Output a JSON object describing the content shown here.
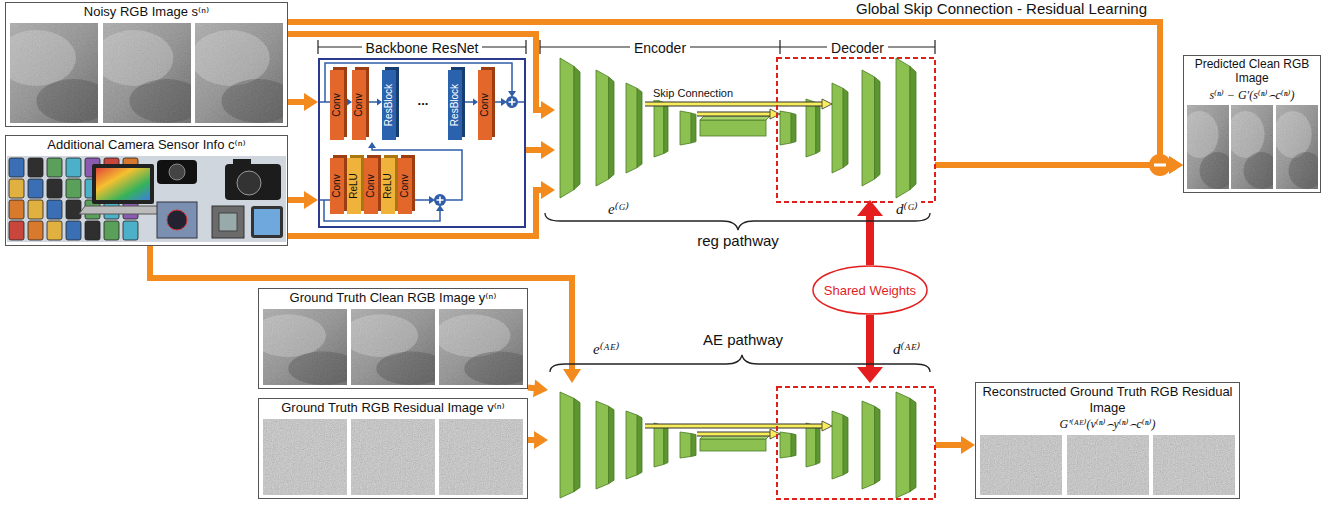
{
  "diagram": {
    "nodes": [
      {
        "text": [
          "Noisy RGB Image s⁽ⁿ⁾"
        ]
      },
      {
        "text": [
          "Additional Camera Sensor Info c⁽ⁿ⁾"
        ]
      },
      {
        "text": [
          "Backbone ResNet"
        ]
      },
      {
        "text": [
          "Conv"
        ],
        "in": 2
      },
      {
        "text": [
          "Conv"
        ],
        "in": 2
      },
      {
        "text": [
          "ResBlock"
        ],
        "in": 2
      },
      {
        "text": [
          "ResBlock"
        ],
        "in": 2
      },
      {
        "text": [
          "Conv"
        ],
        "in": 2
      },
      {
        "text": [
          "Conv"
        ],
        "in": 2
      },
      {
        "text": [
          "ReLU"
        ],
        "in": 2
      },
      {
        "text": [
          "Conv"
        ],
        "in": 2
      },
      {
        "text": [
          "ReLU"
        ],
        "in": 2
      },
      {
        "text": [
          "Conv"
        ],
        "in": 2
      },
      {
        "text": [
          "Encoder",
          "Decoder"
        ]
      },
      {
        "text": [
          "Predicted Clean RGB Image",
          "s⁽ⁿ⁾ − G′(s⁽ⁿ⁾⌢c⁽ⁿ⁾)"
        ]
      },
      {
        "text": [
          "Shared Weights"
        ]
      },
      {
        "text": [
          "Ground Truth Clean RGB Image y⁽ⁿ⁾"
        ]
      },
      {
        "text": [
          "Ground Truth RGB Residual Image v⁽ⁿ⁾"
        ]
      },
      {
        "text": [
          "AE pathway"
        ]
      },
      {
        "text": [
          "Reconstructed Ground Truth RGB Residual Image",
          "G′⁽ᴬᴱ⁾(v⁽ⁿ⁾⌢y⁽ⁿ⁾⌢c⁽ⁿ⁾)"
        ]
      }
    ],
    "edges": [
      {
        "from": 0,
        "to": 2,
        "arrow": "to"
      },
      {
        "from": 1,
        "to": 2,
        "arrow": "to"
      },
      {
        "from": 0,
        "to": 13,
        "arrow": "to"
      },
      {
        "from": 2,
        "to": 13,
        "arrow": "to"
      },
      {
        "from": 1,
        "to": 13,
        "arrow": "to"
      },
      {
        "from": 0,
        "to": 14,
        "arrow": "to"
      },
      {
        "from": 13,
        "to": 14,
        "arrow": "to"
      },
      {
        "from": 15,
        "to": 13,
        "arrow": "to"
      },
      {
        "from": 15,
        "to": 18,
        "arrow": "to"
      },
      {
        "from": 1,
        "to": 18,
        "arrow": "to"
      },
      {
        "from": 16,
        "to": 18,
        "arrow": "to"
      },
      {
        "from": 17,
        "to": 18,
        "arrow": "to"
      },
      {
        "from": 18,
        "to": 19,
        "arrow": "to"
      },
      {
        "from": 3,
        "to": 4,
        "arrow": "to"
      },
      {
        "from": 4,
        "to": 5,
        "arrow": "to"
      },
      {
        "from": 6,
        "to": 7,
        "arrow": "to"
      }
    ],
    "labels": [
      "Global Skip Connection - Residual Learning",
      "Skip Connection",
      "...",
      "e⁽ᴳ⁾",
      "d⁽ᴳ⁾",
      "reg pathway",
      "e⁽ᴬᴱ⁾",
      "d⁽ᴬᴱ⁾"
    ]
  }
}
